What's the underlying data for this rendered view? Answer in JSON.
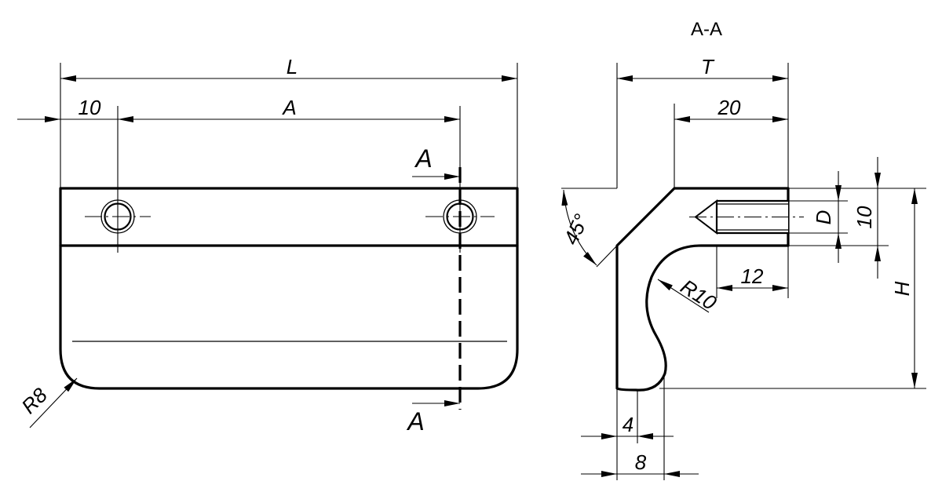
{
  "section_title": "A-A",
  "labels": {
    "L": "L",
    "A_dim": "A",
    "ten_left": "10",
    "cut_top": "A",
    "cut_bottom": "A",
    "R8": "R8",
    "T": "T",
    "twenty": "20",
    "angle": "45°",
    "D": "D",
    "ten_right": "10",
    "R10": "R10",
    "twelve": "12",
    "H": "H",
    "four": "4",
    "eight": "8"
  }
}
